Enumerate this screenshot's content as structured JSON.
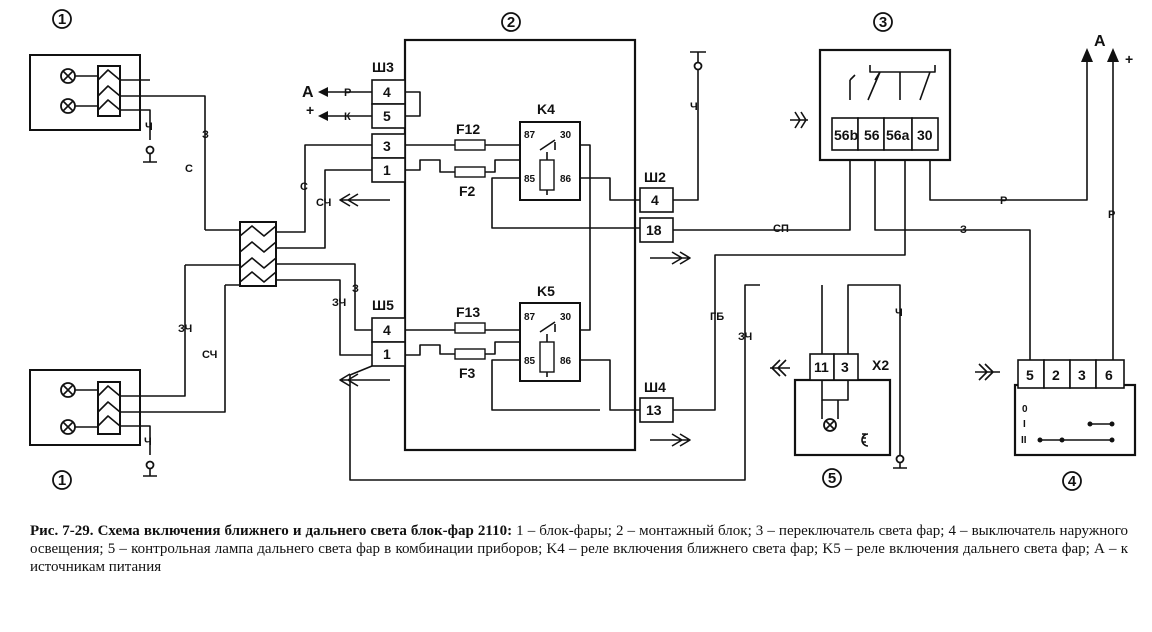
{
  "components": {
    "c1_top": "1",
    "c1_bottom": "1",
    "c2": "2",
    "c3": "3",
    "c4": "4",
    "c5": "5"
  },
  "connectors": {
    "sh3": {
      "name": "Ш3",
      "pins": [
        "4",
        "5",
        "3",
        "1"
      ]
    },
    "sh5": {
      "name": "Ш5",
      "pins": [
        "4",
        "1"
      ]
    },
    "sh2": {
      "name": "Ш2",
      "pins": [
        "4",
        "18"
      ]
    },
    "sh4": {
      "name": "Ш4",
      "pins": [
        "13"
      ]
    },
    "x2": {
      "name": "Х2",
      "pins": [
        "11",
        "3"
      ]
    }
  },
  "relays": {
    "k4": {
      "name": "K4",
      "pins": [
        "87",
        "30",
        "85",
        "86"
      ]
    },
    "k5": {
      "name": "K5",
      "pins": [
        "87",
        "30",
        "85",
        "86"
      ]
    }
  },
  "fuses": [
    "F12",
    "F2",
    "F13",
    "F3"
  ],
  "switch3_pins": [
    "56b",
    "56",
    "56a",
    "30"
  ],
  "switch4": {
    "pins": [
      "5",
      "2",
      "3",
      "6"
    ],
    "positions": [
      "0",
      "I",
      "II"
    ]
  },
  "wire_labels": {
    "z": "З",
    "s": "С",
    "ch": "Ч",
    "sch": "СЧ",
    "zch": "ЗЧ",
    "r": "Р",
    "k": "К",
    "sp": "СП",
    "gb": "ГБ"
  },
  "power_labels": {
    "a": "А",
    "plus": "+"
  },
  "caption": {
    "bold": "Рис. 7-29. Схема включения ближнего и дальнего света блок-фар 2110:",
    "text": " 1 – блок-фары; 2 – монтажный блок; 3 – переключатель света фар; 4 – выключатель наружного освещения; 5 – контрольная лампа дальнего света фар в комбинации приборов; K4 – реле включения ближнего света фар; K5 – реле включения дальнего света фар; А – к источникам питания"
  }
}
